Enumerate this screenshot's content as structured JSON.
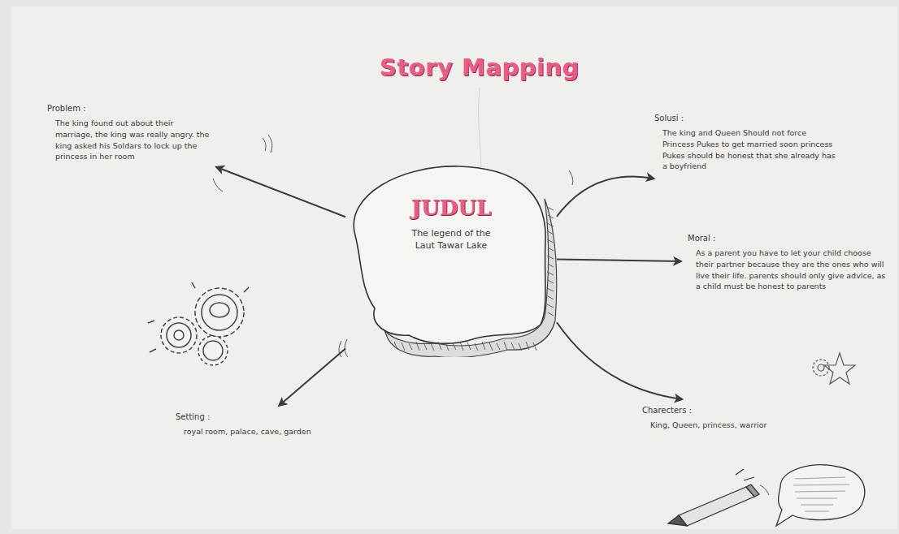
{
  "diagram": {
    "title": "Story Mapping",
    "nodes": [
      {
        "text": [
          "JUDUL",
          "The legend of the Laut Tawar Lake"
        ]
      },
      {
        "text": [
          "Problem :",
          "The king found out about their marriage, the king was really angry. the king asked his Soldars to lock up the princess in her room"
        ]
      },
      {
        "text": [
          "Solusi :",
          "The king and Queen Should not force Princess Pukes to get married soon princess Pukes should be honest that she already has a boyfriend"
        ]
      },
      {
        "text": [
          "Moral :",
          "As a parent you have to let your child choose their partner because they are the ones who will live their life. parents should only give advice, as a child must be honest to parents"
        ]
      },
      {
        "text": [
          "Setting :",
          "royal room, palace, cave, garden"
        ]
      },
      {
        "text": [
          "Charecters :",
          "King, Queen, princess, warrior"
        ]
      }
    ],
    "edges": [
      {
        "from": 0,
        "to": 1,
        "arrow": "to"
      },
      {
        "from": 0,
        "to": 2,
        "arrow": "to"
      },
      {
        "from": 0,
        "to": 3,
        "arrow": "to"
      },
      {
        "from": 0,
        "to": 4,
        "arrow": "to"
      },
      {
        "from": 0,
        "to": 5,
        "arrow": "to"
      }
    ]
  }
}
